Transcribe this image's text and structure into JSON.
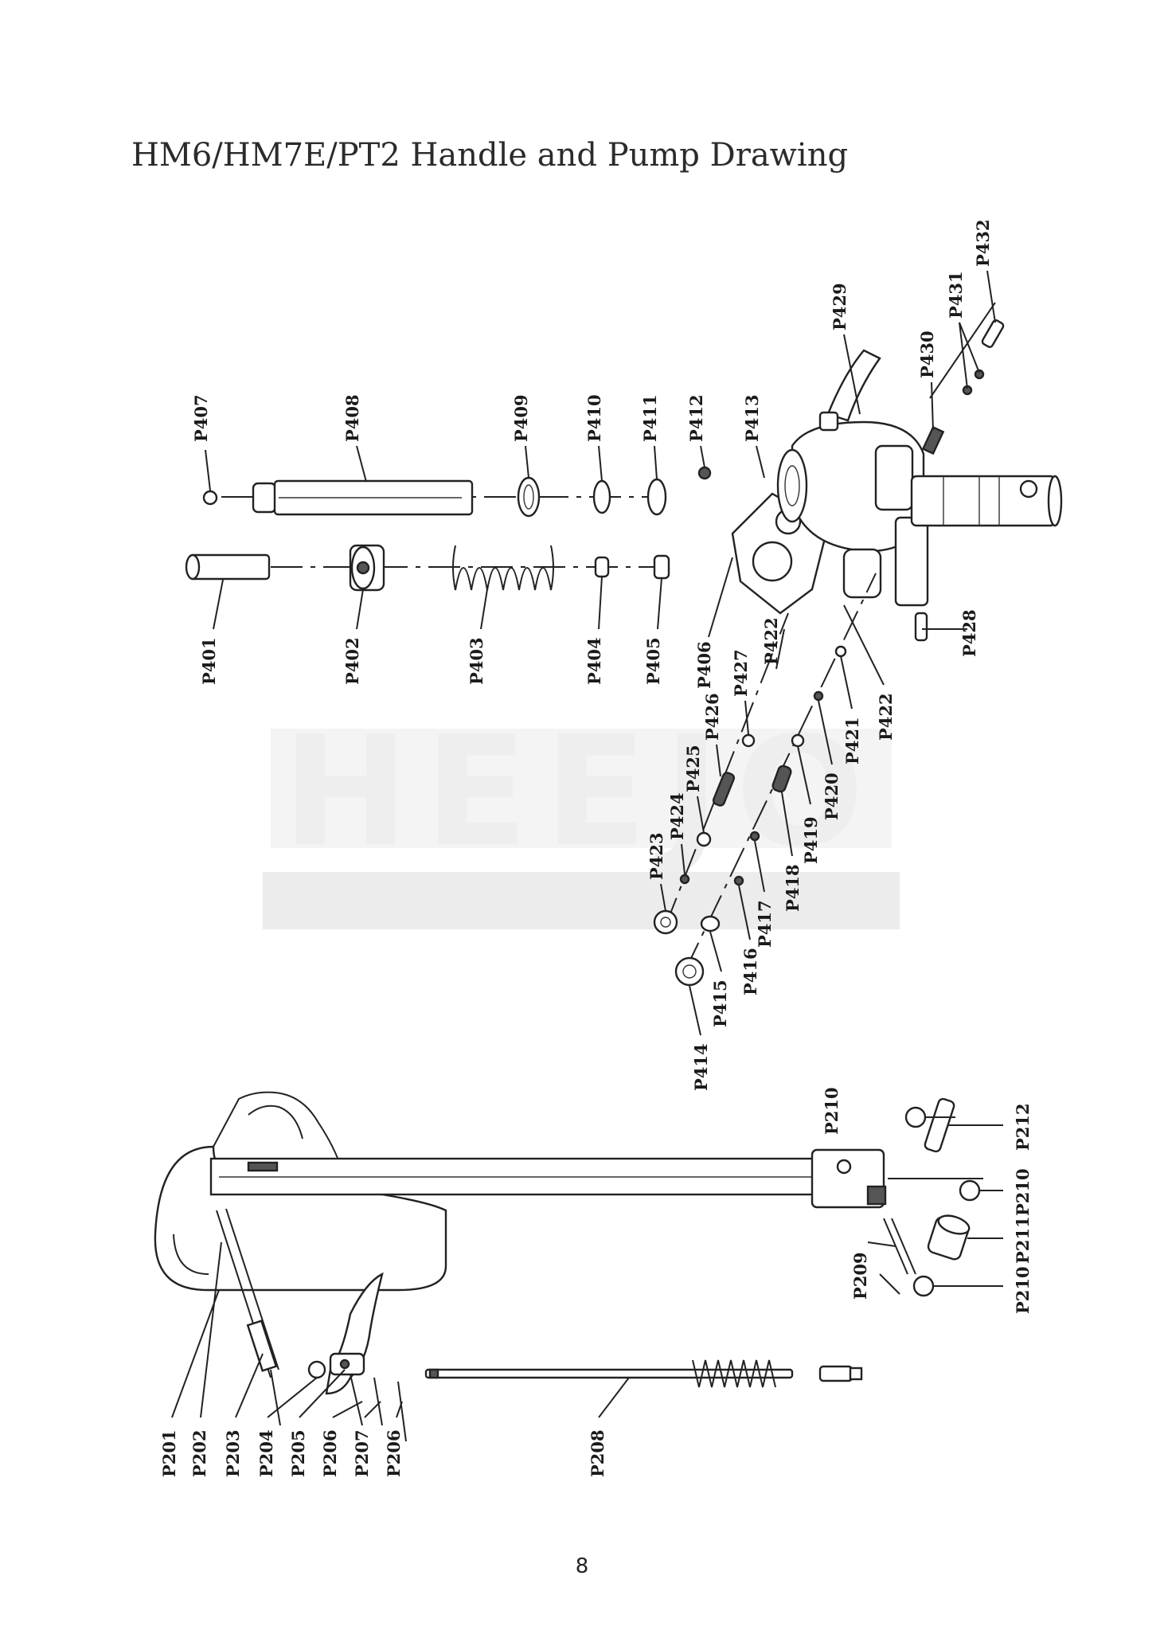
{
  "page": {
    "title": "HM6/HM7E/PT2 Handle and Pump Drawing",
    "page_number": "8"
  },
  "watermark": {
    "text": "HEEJO"
  },
  "colors": {
    "line": "#222222",
    "watermark": "#eeeeee",
    "background": "#ffffff"
  },
  "pump_assembly": {
    "labels": [
      "P401",
      "P402",
      "P403",
      "P404",
      "P405",
      "P406",
      "P407",
      "P408",
      "P409",
      "P410",
      "P411",
      "P412",
      "P413",
      "P414",
      "P415",
      "P416",
      "P417",
      "P418",
      "P419",
      "P420",
      "P421",
      "P422",
      "P423",
      "P424",
      "P425",
      "P426",
      "P427",
      "P428",
      "P429",
      "P430",
      "P431",
      "P432"
    ]
  },
  "handle_assembly": {
    "labels": [
      "P201",
      "P202",
      "P203",
      "P204",
      "P205",
      "P206",
      "P207",
      "P208",
      "P209",
      "P210",
      "P211",
      "P212"
    ]
  }
}
